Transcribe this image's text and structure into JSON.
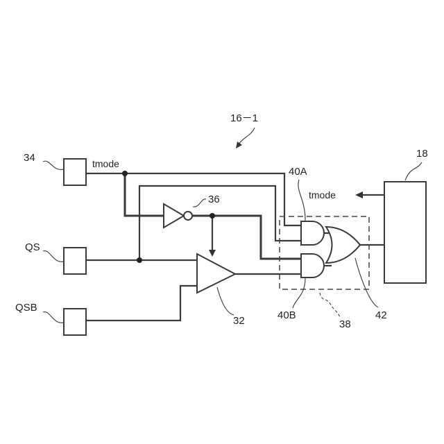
{
  "figure_label": "16－1",
  "terminals": {
    "terminal_34": "34",
    "qs": "QS",
    "qsb": "QSB"
  },
  "signals": {
    "tmode_input": "tmode",
    "tmode_output": "tmode"
  },
  "components": {
    "inverter_36": "36",
    "comparator_32": "32",
    "and_gate_40a": "40A",
    "and_gate_40b": "40B",
    "or_gate_42": "42",
    "selector_38": "38",
    "block_18": "18"
  }
}
